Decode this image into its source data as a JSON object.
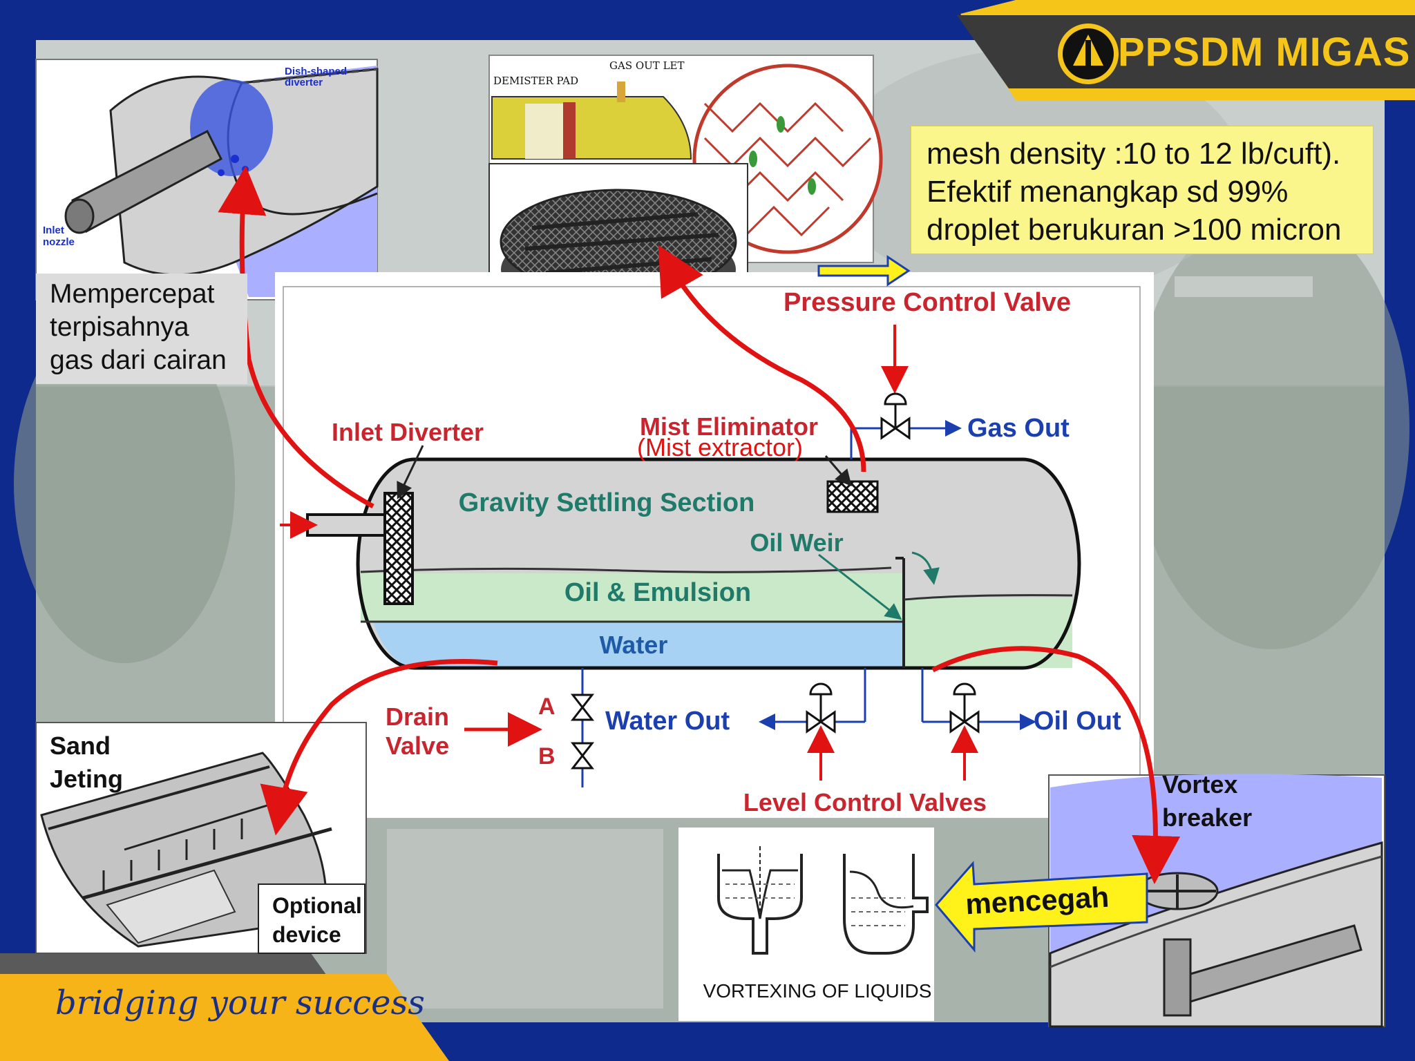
{
  "brand": {
    "name": "PPSDM MIGAS",
    "tagline": "bridging your success",
    "colors": {
      "navy": "#0e2a8c",
      "gold": "#f6c519",
      "banner_gray": "#3a3a3a",
      "arrow_red": "#e01212"
    }
  },
  "info_box": {
    "lines": [
      "mesh density :10 to 12 lb/cuft).",
      "Efektif menangkap sd 99%",
      "droplet berukuran >100 micron"
    ]
  },
  "gas_note": {
    "lines": [
      "Mempercepat",
      "terpisahnya",
      "gas dari cairan"
    ]
  },
  "inset_diverter": {
    "label_diverter_1": "Dish-shaped",
    "label_diverter_2": "diverter",
    "label_inlet_1": "Inlet",
    "label_inlet_2": "nozzle"
  },
  "inset_demister": {
    "gas_outlet": "GAS OUT LET",
    "demister_pad": "DEMISTER PAD"
  },
  "separator": {
    "pressure_control_valve": "Pressure Control Valve",
    "gas_out": "Gas Out",
    "inlet_diverter": "Inlet Diverter",
    "mist_eliminator": "Mist Eliminator",
    "mist_extractor": "(Mist extractor)",
    "gravity_settling_section": "Gravity Settling Section",
    "oil_weir": "Oil Weir",
    "oil_emulsion": "Oil & Emulsion",
    "water": "Water",
    "drain_valve_1": "Drain",
    "drain_valve_2": "Valve",
    "valve_a": "A",
    "valve_b": "B",
    "water_out": "Water Out",
    "oil_out": "Oil Out",
    "level_control_valves": "Level Control Valves"
  },
  "inset_sand": {
    "title_1": "Sand",
    "title_2": "Jeting",
    "optional_1": "Optional",
    "optional_2": "device"
  },
  "inset_vortexing": {
    "caption": "VORTEXING OF LIQUIDS"
  },
  "mencegah": "mencegah",
  "inset_vortex_breaker": {
    "label_1": "Vortex",
    "label_2": "breaker"
  }
}
